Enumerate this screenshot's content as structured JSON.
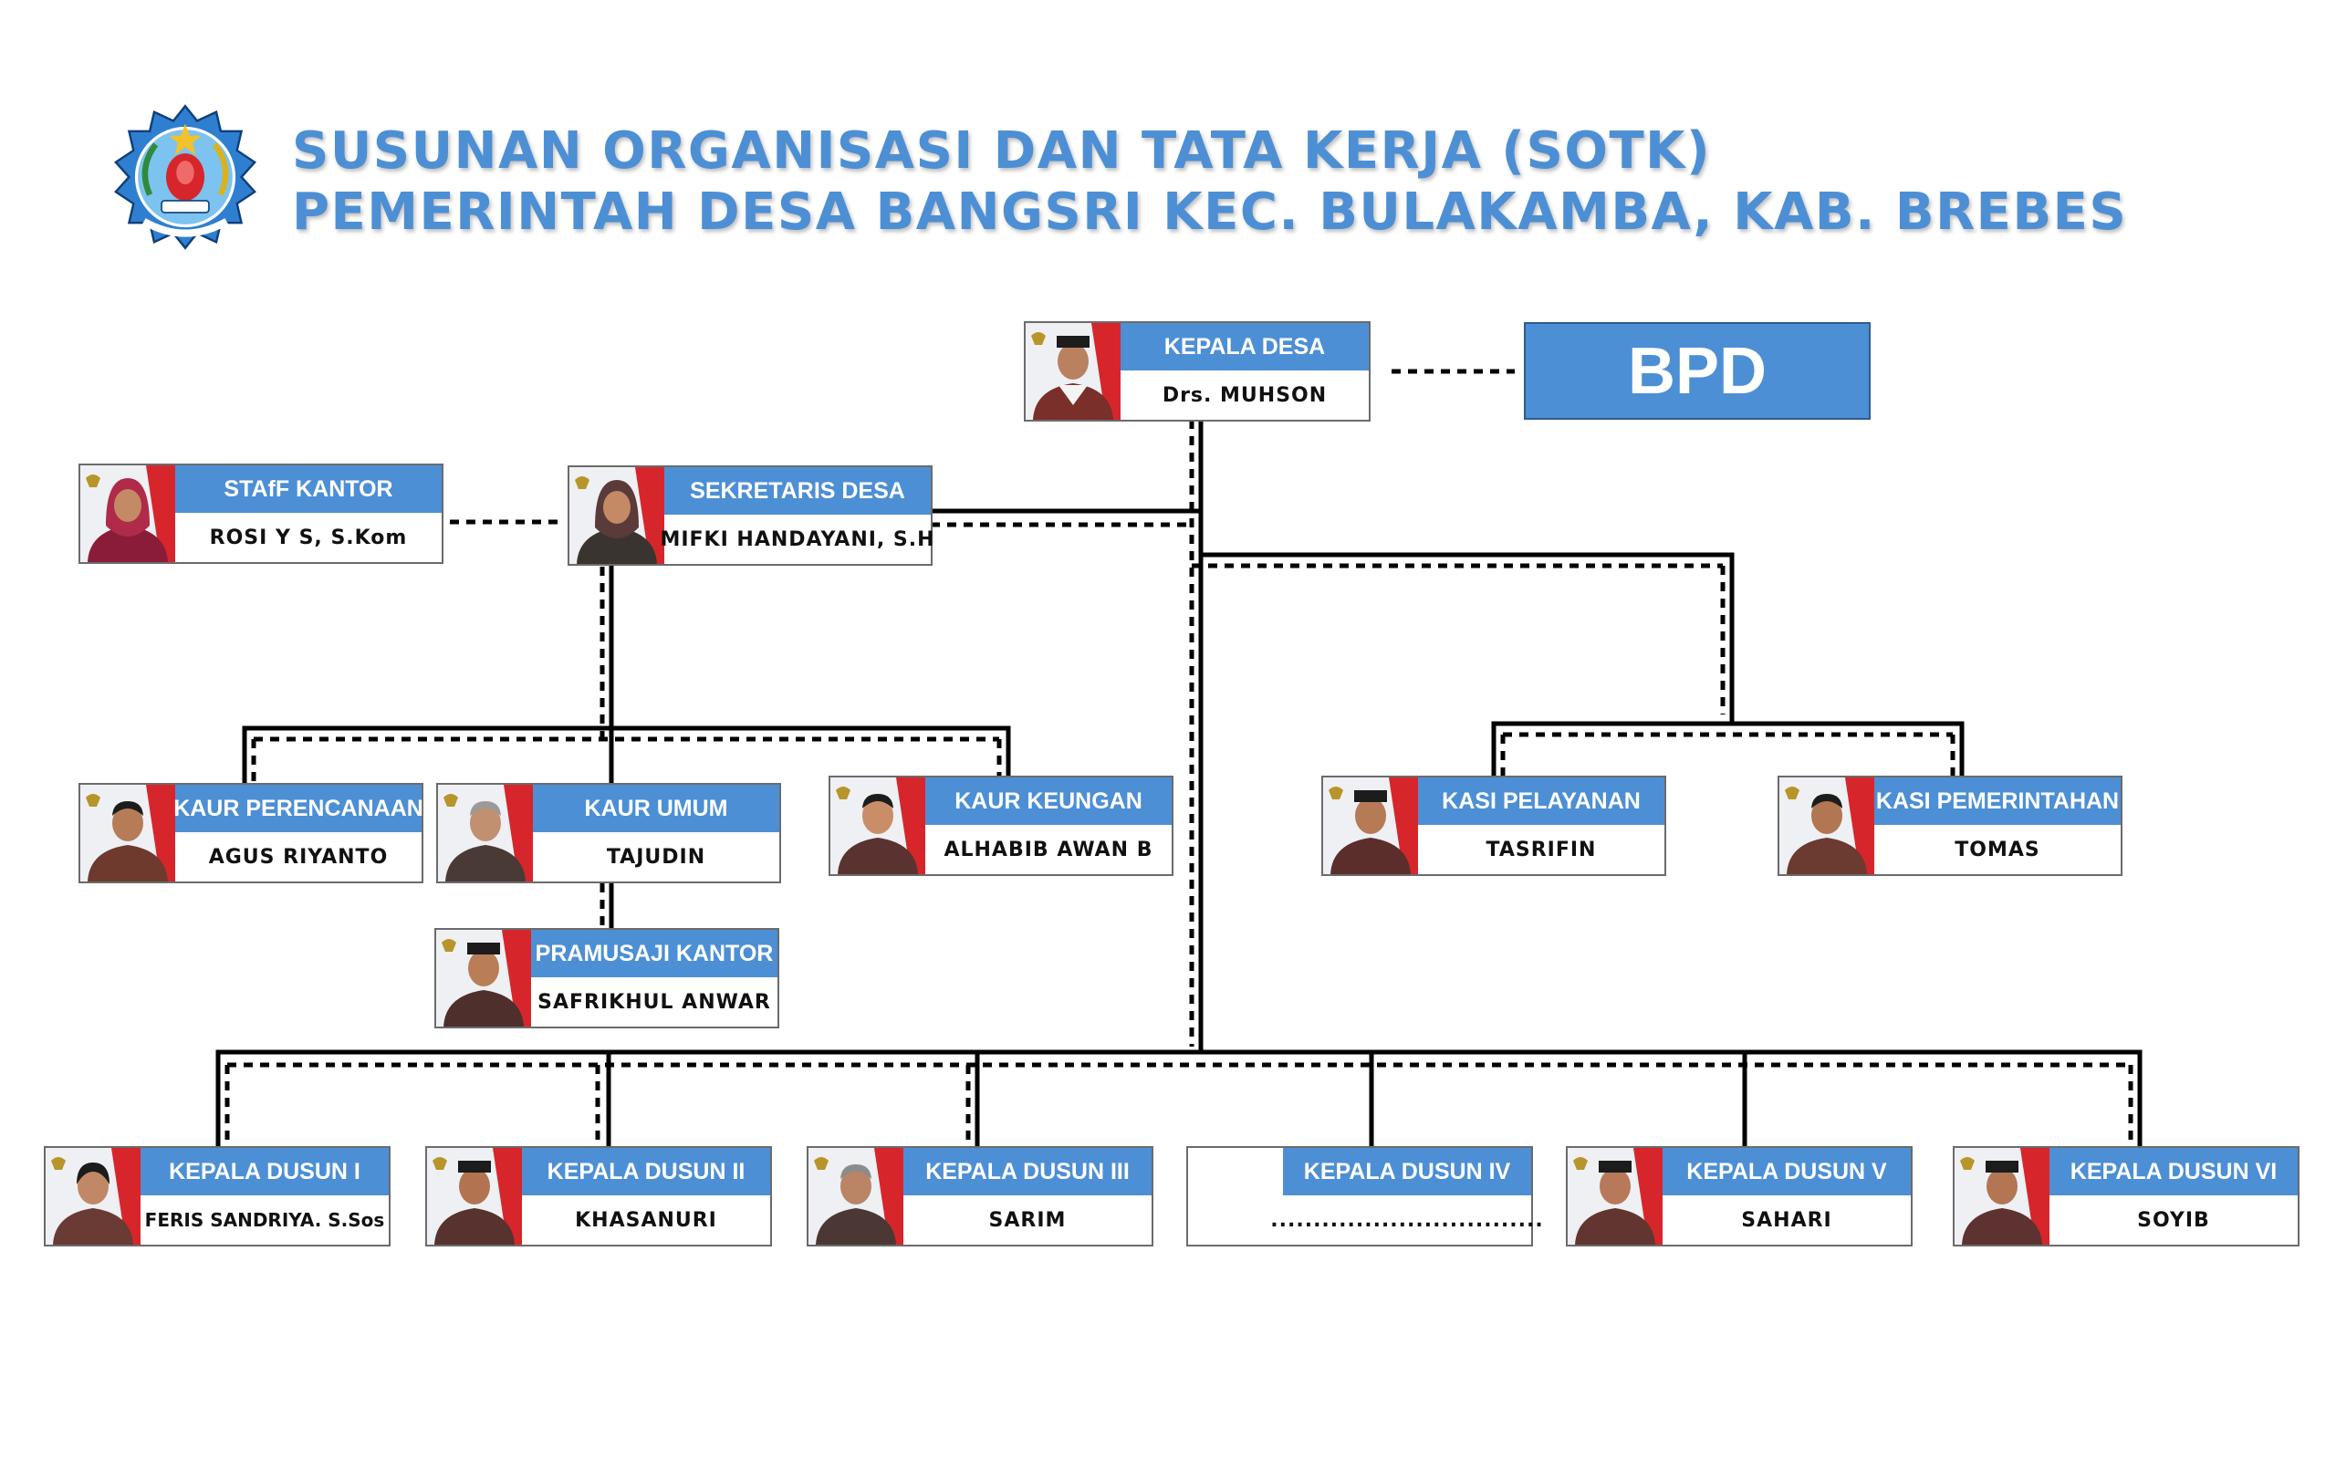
{
  "header": {
    "title_line1": "SUSUNAN ORGANISASI DAN TATA KERJA (SOTK)",
    "title_line2": "PEMERINTAH DESA BANGSRI KEC. BULAKAMBA, KAB. BREBES",
    "logo_icon": "brebes-regency-emblem"
  },
  "colors": {
    "accent": "#4d8fd4",
    "title": "#4d8fd4",
    "card_border": "#6b6b6b",
    "line": "#000000"
  },
  "bpd": {
    "label": "BPD"
  },
  "positions": {
    "kepala_desa": {
      "role": "KEPALA DESA",
      "name": "Drs. MUHSON"
    },
    "sekretaris": {
      "role": "SEKRETARIS DESA",
      "name": "MIFKI HANDAYANI, S.H"
    },
    "staff": {
      "role": "STAfF KANTOR",
      "name": "ROSI Y S, S.Kom"
    },
    "kaur_perencanaan": {
      "role": "KAUR PERENCANAAN",
      "name": "AGUS RIYANTO"
    },
    "kaur_umum": {
      "role": "KAUR UMUM",
      "name": "TAJUDIN"
    },
    "kaur_keuangan": {
      "role": "KAUR KEUNGAN",
      "name": "ALHABIB AWAN B"
    },
    "pramusaji": {
      "role": "PRAMUSAJI KANTOR",
      "name": "SAFRIKHUL ANWAR"
    },
    "kasi_pelayanan": {
      "role": "KASI PELAYANAN",
      "name": "TASRIFIN"
    },
    "kasi_pemerintahan": {
      "role": "KASI PEMERINTAHAN",
      "name": "TOMAS"
    },
    "dusun_1": {
      "role": "KEPALA DUSUN I",
      "name": "FERIS SANDRIYA. S.Sos"
    },
    "dusun_2": {
      "role": "KEPALA DUSUN II",
      "name": "KHASANURI"
    },
    "dusun_3": {
      "role": "KEPALA DUSUN III",
      "name": "SARIM"
    },
    "dusun_4": {
      "role": "KEPALA DUSUN IV",
      "name": "................................"
    },
    "dusun_5": {
      "role": "KEPALA DUSUN V",
      "name": "SAHARI"
    },
    "dusun_6": {
      "role": "KEPALA DUSUN VI",
      "name": "SOYIB"
    }
  }
}
